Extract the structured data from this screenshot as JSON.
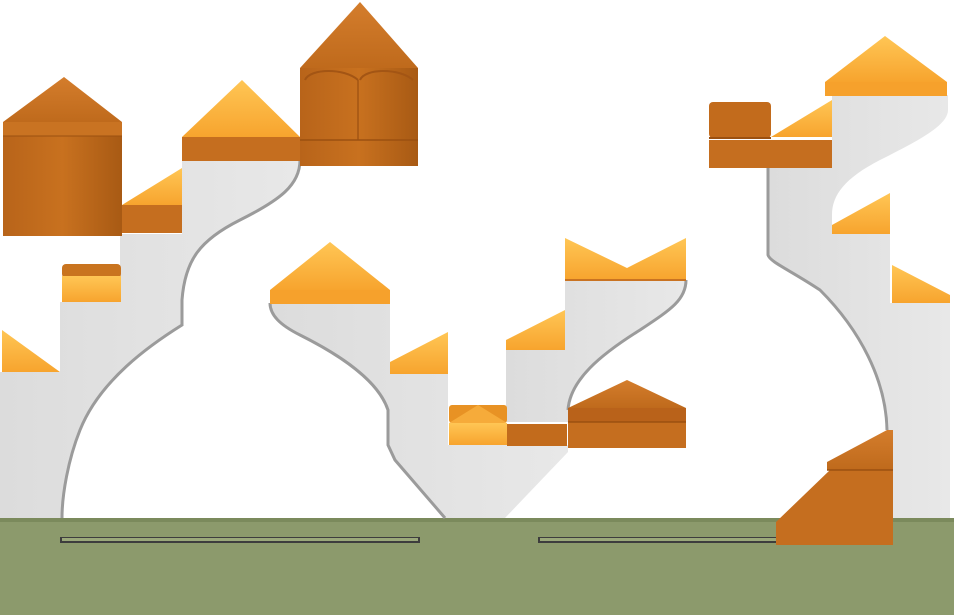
{
  "scene": {
    "type": "isometric block puzzle level",
    "colors": {
      "background": "#ffffff",
      "ground": "#8c9a6c",
      "ground_shadow": "#6f7c53",
      "stone_face": "#e2e2e2",
      "stone_edge": "#a9a9a9",
      "block_light_top": "#ffc04d",
      "block_light_side": "#f39a26",
      "block_dark_top": "#cf7526",
      "block_dark_side": "#b25f16",
      "slot_shadow": "#3d3d3d"
    },
    "structures": [
      "left-stone-tower",
      "middle-stone-tower",
      "center-stone-pillar",
      "right-stone-tower"
    ],
    "block_count": 20
  }
}
